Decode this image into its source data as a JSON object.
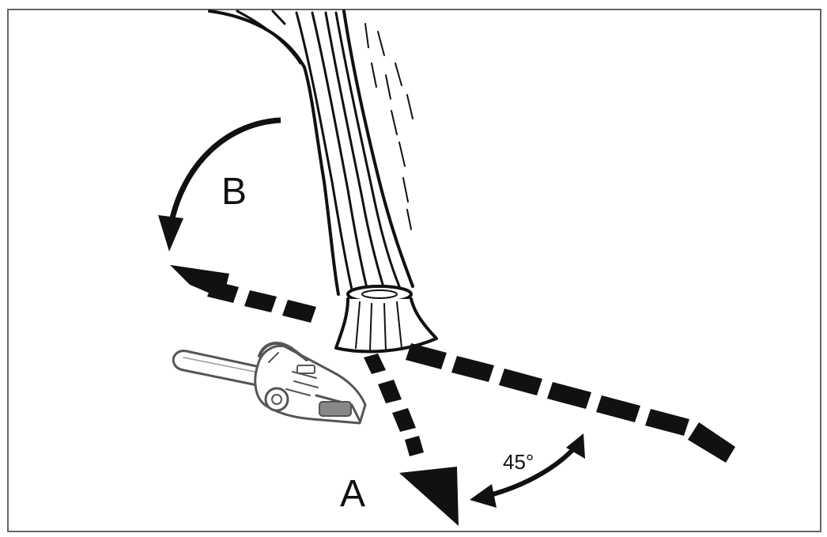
{
  "labels": {
    "a": "A",
    "b": "B",
    "angle": "45°"
  },
  "colors": {
    "ink": "#111111",
    "paper": "#ffffff",
    "frame": "#666666"
  },
  "icons": {
    "tree": "tree-trunk-icon",
    "saw": "chainsaw-icon"
  }
}
